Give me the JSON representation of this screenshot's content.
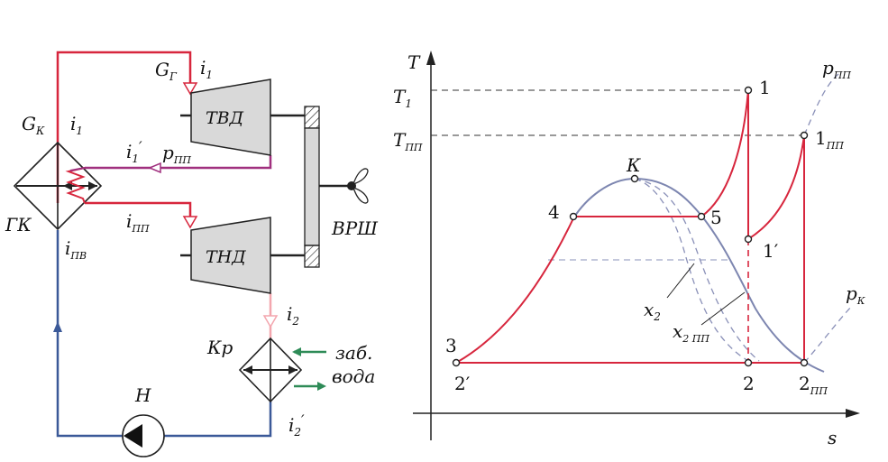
{
  "colors": {
    "red": "#d7263d",
    "blue": "#3b5998",
    "purple": "#a0307f",
    "pink": "#f3a6ae",
    "green": "#2e8b57",
    "curve": "#7d86b0",
    "dash": "#8a90b8"
  },
  "scheme": {
    "G_G": "G",
    "G_G_sub": "Г",
    "i1_top": "i",
    "i1_top_sub": "1",
    "G_K": "G",
    "G_K_sub": "К",
    "i1_left": "i",
    "i1_left_sub": "1",
    "i1p": "i",
    "i1p_sub": "1",
    "i1p_prime": "′",
    "p_pp": "p",
    "p_pp_sub": "ПП",
    "i_pp": "i",
    "i_pp_sub": "ПП",
    "i_pv": "i",
    "i_pv_sub": "ПВ",
    "gk": "ГК",
    "tvd": "ТВД",
    "tnd": "ТНД",
    "vrsh": "ВРШ",
    "i2": "i",
    "i2_sub": "2",
    "kr": "Кр",
    "zab": "заб.",
    "voda": "вода",
    "pump": "Н",
    "i2p": "i",
    "i2p_sub": "2",
    "i2p_prime": "′"
  },
  "ts": {
    "axis_T": "T",
    "axis_s": "s",
    "T1": "T",
    "T1_sub": "1",
    "Tpp": "T",
    "Tpp_sub": "ПП",
    "p_pp": "p",
    "p_pp_sub": "ПП",
    "p_k": "p",
    "p_k_sub": "К",
    "K": "К",
    "pt1": "1",
    "pt1pp": "1",
    "pt1pp_sub": "ПП",
    "pt1p": "1′",
    "pt4": "4",
    "pt5": "5",
    "pt3": "3",
    "pt2p": "2′",
    "pt2": "2",
    "pt2pp": "2",
    "pt2pp_sub": "ПП",
    "x2": "x",
    "x2_sub": "2",
    "x2pp": "x",
    "x2pp_sub": "2 ПП"
  }
}
